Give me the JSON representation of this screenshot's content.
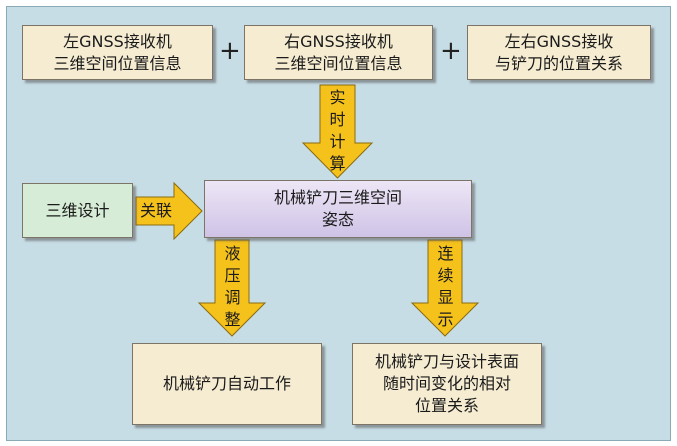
{
  "boxes": {
    "left_gnss": [
      "左GNSS接收机",
      "三维空间位置信息"
    ],
    "right_gnss": [
      "右GNSS接收机",
      "三维空间位置信息"
    ],
    "relation": [
      "左右GNSS接收",
      "与铲刀的位置关系"
    ],
    "design": [
      "三维设计"
    ],
    "attitude": [
      "机械铲刀三维空间",
      "姿态"
    ],
    "auto_work": [
      "机械铲刀自动工作"
    ],
    "relative": [
      "机械铲刀与设计表面",
      "随时间变化的相对",
      "位置关系"
    ]
  },
  "operators": {
    "plus1": "+",
    "plus2": "+"
  },
  "arrows": {
    "realtime": [
      "实",
      "时",
      "计",
      "算"
    ],
    "link": "关联",
    "hydraulic": [
      "液",
      "压",
      "调",
      "整"
    ],
    "display": [
      "连",
      "续",
      "显",
      "示"
    ]
  },
  "colors": {
    "frame": "#c7dde6",
    "arrow_fill": "#f5c21c",
    "box_beige": "#f5ecd2",
    "box_green": "#d7ecd6",
    "box_lavender": "#cfc3e6"
  }
}
